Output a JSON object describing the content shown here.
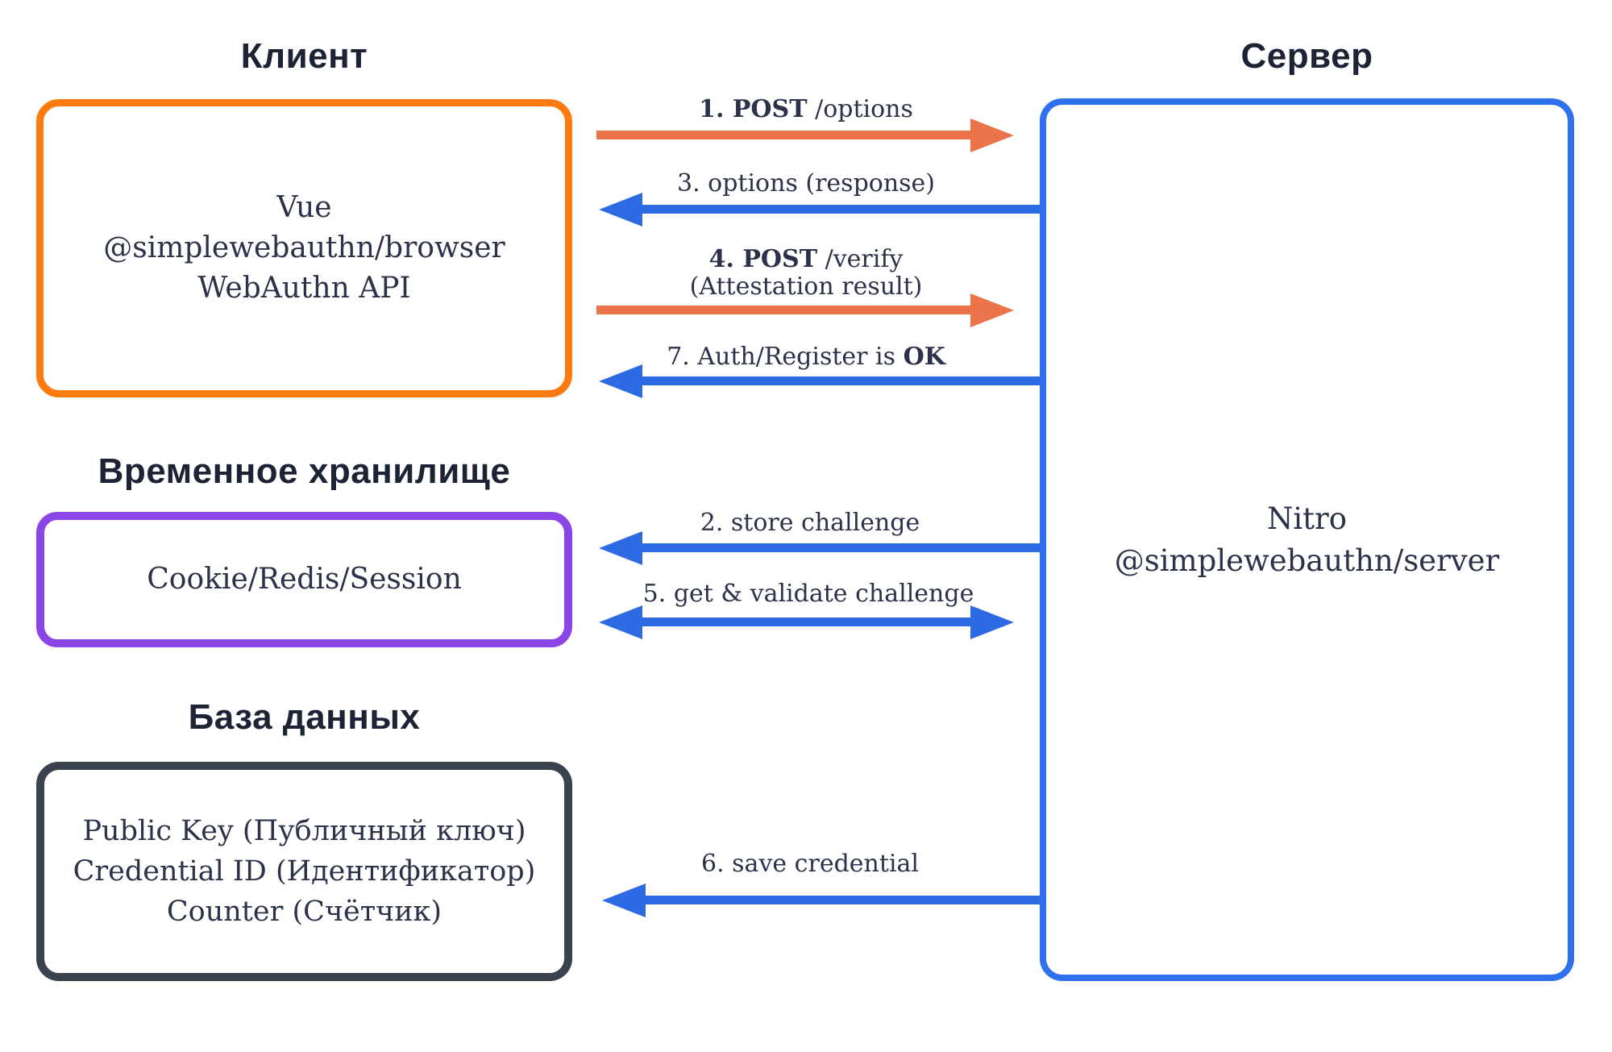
{
  "colors": {
    "background": "#ffffff",
    "heading_text": "#1c2335",
    "body_text": "#2b3249",
    "client_border": "#fd7a11",
    "server_border": "#2e70ed",
    "storage_border": "#8b44e6",
    "database_border": "#3a4250",
    "arrow_orange": "#eb744b",
    "arrow_blue": "#2d6be4"
  },
  "sections": {
    "client": {
      "title": "Клиент",
      "lines": [
        "Vue",
        "@simplewebauthn/browser",
        "WebAuthn API"
      ]
    },
    "server": {
      "title": "Сервер",
      "lines": [
        "Nitro",
        "@simplewebauthn/server"
      ]
    },
    "storage": {
      "title": "Временное хранилище",
      "lines": [
        "Cookie/Redis/Session"
      ]
    },
    "database": {
      "title": "База данных",
      "lines": [
        "Public Key (Публичный ключ)",
        "Credential ID (Идентификатор)",
        "Counter (Счётчик)"
      ]
    }
  },
  "arrows": [
    {
      "bold_lead": "1. POST",
      "text": " /options",
      "bold_tail": "",
      "line2": "",
      "direction": "right",
      "color": "orange"
    },
    {
      "bold_lead": "",
      "text": "3. options (response)",
      "bold_tail": "",
      "line2": "",
      "direction": "left",
      "color": "blue"
    },
    {
      "bold_lead": "4. POST",
      "text": " /verify",
      "bold_tail": "",
      "line2": "(Attestation result)",
      "direction": "right",
      "color": "orange"
    },
    {
      "bold_lead": "",
      "text": "7. Auth/Register is ",
      "bold_tail": "OK",
      "line2": "",
      "direction": "left",
      "color": "blue"
    },
    {
      "bold_lead": "",
      "text": "2. store challenge",
      "bold_tail": "",
      "line2": "",
      "direction": "left",
      "color": "blue"
    },
    {
      "bold_lead": "",
      "text": "5. get & validate challenge",
      "bold_tail": "",
      "line2": "",
      "direction": "both",
      "color": "blue"
    },
    {
      "bold_lead": "",
      "text": "6. save credential",
      "bold_tail": "",
      "line2": "",
      "direction": "left",
      "color": "blue"
    }
  ]
}
